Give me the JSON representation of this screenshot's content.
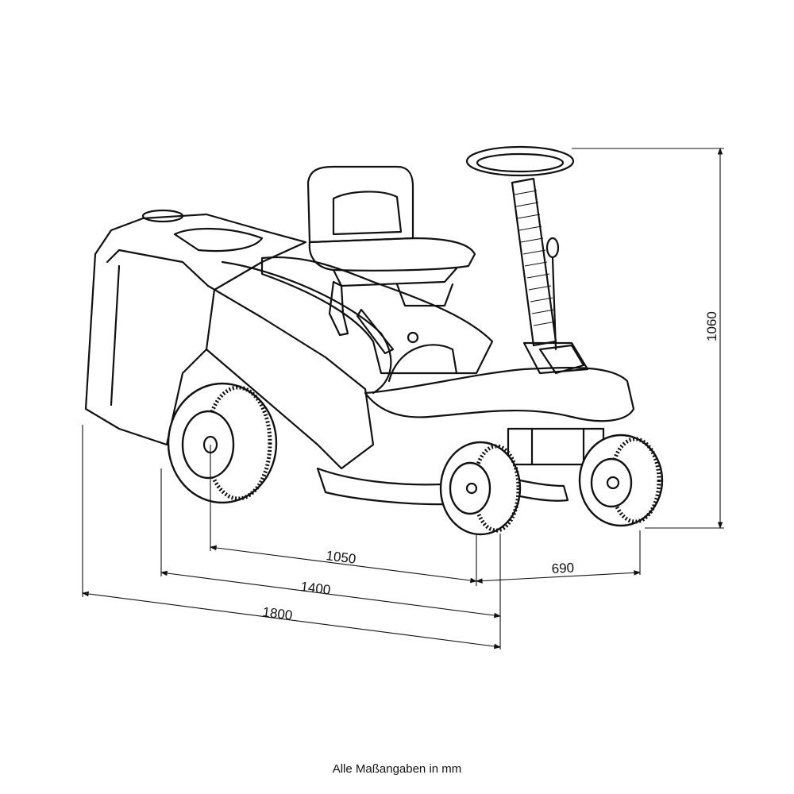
{
  "dimensions": {
    "wheelbase": "1050",
    "width_overall": "1400",
    "length_overall": "1800",
    "track_width": "690",
    "height": "1060"
  },
  "note": "Alle Maßangaben in mm"
}
